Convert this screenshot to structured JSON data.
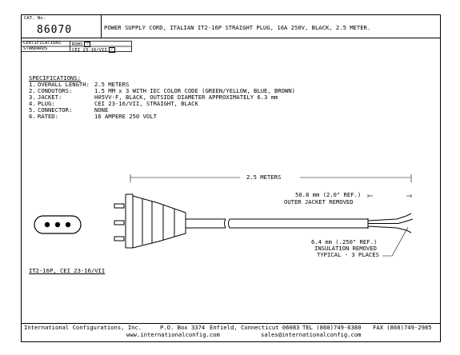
{
  "title_block": {
    "cat_label": "CAT. No.",
    "cat_number": "86070",
    "description": "POWER SUPPLY CORD, ITALIAN IT2-16P STRAIGHT PLUG, 16A 250V, BLACK, 2.5 METER.",
    "certifications_label": "CERTIFICATIONS",
    "certifications_value": "ROHS",
    "standards_label": "STANDARDS",
    "standards_value": "CEI 23-16/VII",
    "check_glyph": "✓"
  },
  "specifications": {
    "heading": "SPECIFICATIONS:",
    "items": [
      {
        "num": "1.",
        "label": "OVERALL LENGTH:",
        "value": "2.5 METERS"
      },
      {
        "num": "2.",
        "label": "CONDUTORS:",
        "value": "1.5 MM x 3 WITH IEC COLOR CODE (GREEN/YELLOW, BLUE, BROWN)"
      },
      {
        "num": "3.",
        "label": "JACKET:",
        "value": "H05VV-F, BLACK, OUTSIDE DIAMETER APPROXIMATELY 6.3 mm"
      },
      {
        "num": "4.",
        "label": "PLUG:",
        "value": "CEI 23-16/VII, STRAIGHT, BLACK"
      },
      {
        "num": "5.",
        "label": "CONNECTOR:",
        "value": "NONE"
      },
      {
        "num": "6.",
        "label": "RATED:",
        "value": "16 AMPERE 250 VOLT"
      }
    ]
  },
  "drawing": {
    "overall_length": "2.5 METERS",
    "jacket_dim": "50.8 mm (2.0\" REF.)",
    "jacket_note": "OUTER JACKET REMOVED",
    "insulation_dim": "6.4 mm (.250\" REF.)",
    "insulation_note": "INSULATION REMOVED",
    "insulation_note2": "TYPICAL - 3 PLACES",
    "plug_caption": "IT2-16P, CEI 23-16/VII"
  },
  "footer": {
    "company": "International Configurations, Inc.",
    "po_box": "P.O. Box 3374",
    "city": "Enfield, Connecticut 06083",
    "tel": "TEL (860)749-6380",
    "fax": "FAX (860)749-2985",
    "website": "www.internationalconfig.com",
    "email": "sales@internationalconfig.com"
  }
}
